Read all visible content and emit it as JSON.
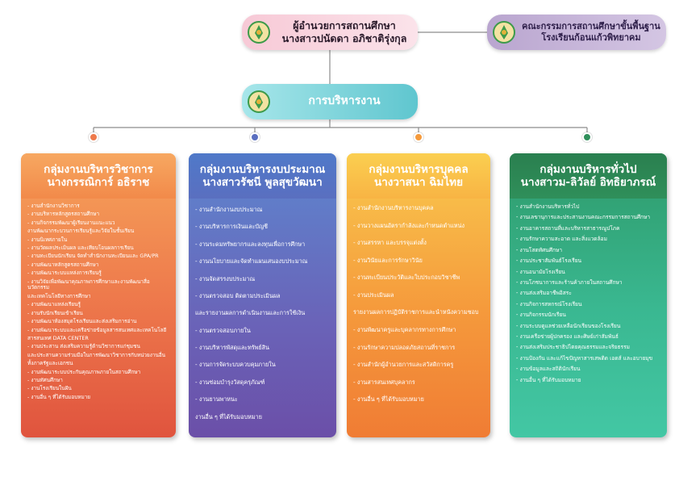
{
  "director": {
    "title": "ผู้อำนวยการสถานศึกษา",
    "name": "นางสาวปนัดดา อภิชาติรุ่งกุล"
  },
  "board": {
    "line1": "คณะกรรมการสถานศึกษาขั้นพื้นฐาน",
    "line2": "โรงเรียนก้อนแก้วพิทยาคม"
  },
  "admin": {
    "label": "การบริหารงาน"
  },
  "colors": {
    "academic": "#f28a4a",
    "budget": "#5a6fc0",
    "personnel": "#f8b444",
    "general": "#2f8f5a",
    "connector": "#8c8c8c"
  },
  "icons": {
    "seal": "school-seal-icon"
  },
  "groups": [
    {
      "title": "กลุ่มงานบริหารวิชาการ",
      "head": "นางกรรณิการ์ อธิราช",
      "items": [
        "- งานสำนักงานวิชาการ",
        "- งานบริหารหลักสูตรสถานศึกษา",
        "- งานกิจกรรมพัฒนาผู้เรียนงานแนะแนว",
        "งานพัฒนากระบวนการเรียนรู้และวิจัยในชั้นเรียน",
        "- งานนิเทศภายใน",
        "- งานวัดผลประเมินผล และเทียบโอนผลการเรียน",
        "- งานทะเบียนนักเรียน จัดทำสำนักงานทะเบียนและ GPA/PR",
        "- งานพัฒนาหลักสูตรสถานศึกษา",
        "- งานพัฒนาระบบแหล่งการเรียนรู้",
        "- งานวิจัยเพื่อพัฒนาคุณภาพการศึกษาและงานพัฒนาสื่อนวัตกรรม",
        "และเทคโนโลยีทางการศึกษา",
        "- งานพัฒนาแหล่งเรียนรู้",
        "- งานรับนักเรียนเข้าเรียน",
        "- งานพัฒนาห้องสมุดโรงเรียนและส่งเสริมการอ่าน",
        "- งานพัฒนาระบบและเครือข่ายข้อมูลสารสนเทศและเทคโนโลยี",
        "สารสนเทศ DATA CENTER",
        "- งานประสาน ส่งเสริมความรู้ด้านวิชาการแก่ชุมชน",
        "และประสานความร่วมมือในการพัฒนาวิชาการกับหน่วยงานอื่น",
        "ทั้งภาครัฐและเอกชน",
        "- งานพัฒนาระบบประกันคุณภาพภายในสถานศึกษา",
        "- งานทัศนศึกษา",
        "- งานโรงเรียนในฝัน",
        "- งานอื่น ๆ ที่ได้รับมอบหมาย"
      ]
    },
    {
      "title": "กลุ่มงานบริหารงบประมาณ",
      "head": "นางสาวรัชนี พูลสุขวัฒนา",
      "items": [
        "- งานสำนักงานงบประมาณ",
        "- งานบริหารการเงินและบัญชี",
        "- งานระดมทรัพยากรและลงทุนเพื่อการศึกษา",
        "- งานนโยบายและจัดทำแผนเสนองบประมาณ",
        "- งานจัดสรรงบประมาณ",
        "- งานตรวจสอบ ติดตามประเมินผล",
        "และรายงานผลการดำเนินงานและการใช้เงิน",
        "- งานตรวจสอบภายใน",
        "- งานบริหารพัสดุและทรัพย์สิน",
        "- งานการจัดระบบควบคุมภายใน",
        "- งานซ่อมบำรุงวัสดุครุภัณฑ์",
        "- งานยานพาหนะ",
        "งานอื่น ๆ ที่ได้รับมอบหมาย"
      ]
    },
    {
      "title": "กลุ่มงานบริหารบุคคล",
      "head": "นางวาสนา ฉิมไทย",
      "items": [
        "- งานสำนักงานบริหารงานบุคคล",
        "- งานวางแผนอัตรากำลังและกำหนดตำแหน่ง",
        "- งานสรรหา และบรรจุแต่งตั้ง",
        "- งานวินัยและการรักษาวินัย",
        "- งานทะเบียนประวัติและใบประกอบวิชาชีพ",
        "- งานประเมินผล",
        "รายงานผลการปฏิบัติราชการและนำหนังความชอบ",
        "- งานพัฒนาครูและบุคลากรทางการศึกษา",
        "- งานรักษาความปลอดภัยสถานที่ราชการ",
        "- งานสำนักผู้อำนวยการและสวัสดิการครู",
        "- งานสารสนเทศบุคลากร",
        "- งานอื่น ๆ ที่ได้รับมอบหมาย"
      ]
    },
    {
      "title": "กลุ่มงานบริหารทั่วไป",
      "head": "นางสาวม-ลิวัลย์ อิทธิยาภรณ์",
      "items": [
        "- งานสำนักงานบริหารทั่วไป",
        "- งานเลขานุการและประสานงานคณะกรรมการสถานศึกษา",
        "- งานอาคารสถานที่และบริหารสาธารณูปโภค",
        "- งานรักษาความสะอาด และสิ่งแวดล้อม",
        "- งานโสตทัศนศึกษา",
        "- งานประชาสัมพันธ์โรงเรียน",
        "- งานอนามัยโรงเรียน",
        "- งานโภชนาการและร้านค้าภายในสถานศึกษา",
        "- งานส่งเสริมอาชีพอิสระ",
        "- งานกิจการสหกรณ์โรงเรียน",
        "- งานกิจกรรมนักเรียน",
        "- งานระบบดูแลช่วยเหลือนักเรียนของโรงเรียน",
        "- งานเครือข่ายผู้ปกครอง และศิษย์เก่าสัมพันธ์",
        "- งานส่งเสริมประชาธิปไตยคุณธรรมและจริยธรรม",
        "- งานป้องกัน และแก้ไขปัญหาสารเสพติด เอดส์ และอบายมุข",
        "- งานข้อมูลและสถิตินักเรียน",
        "- งานอื่น ๆ ที่ได้รับมอบหมาย"
      ]
    }
  ]
}
